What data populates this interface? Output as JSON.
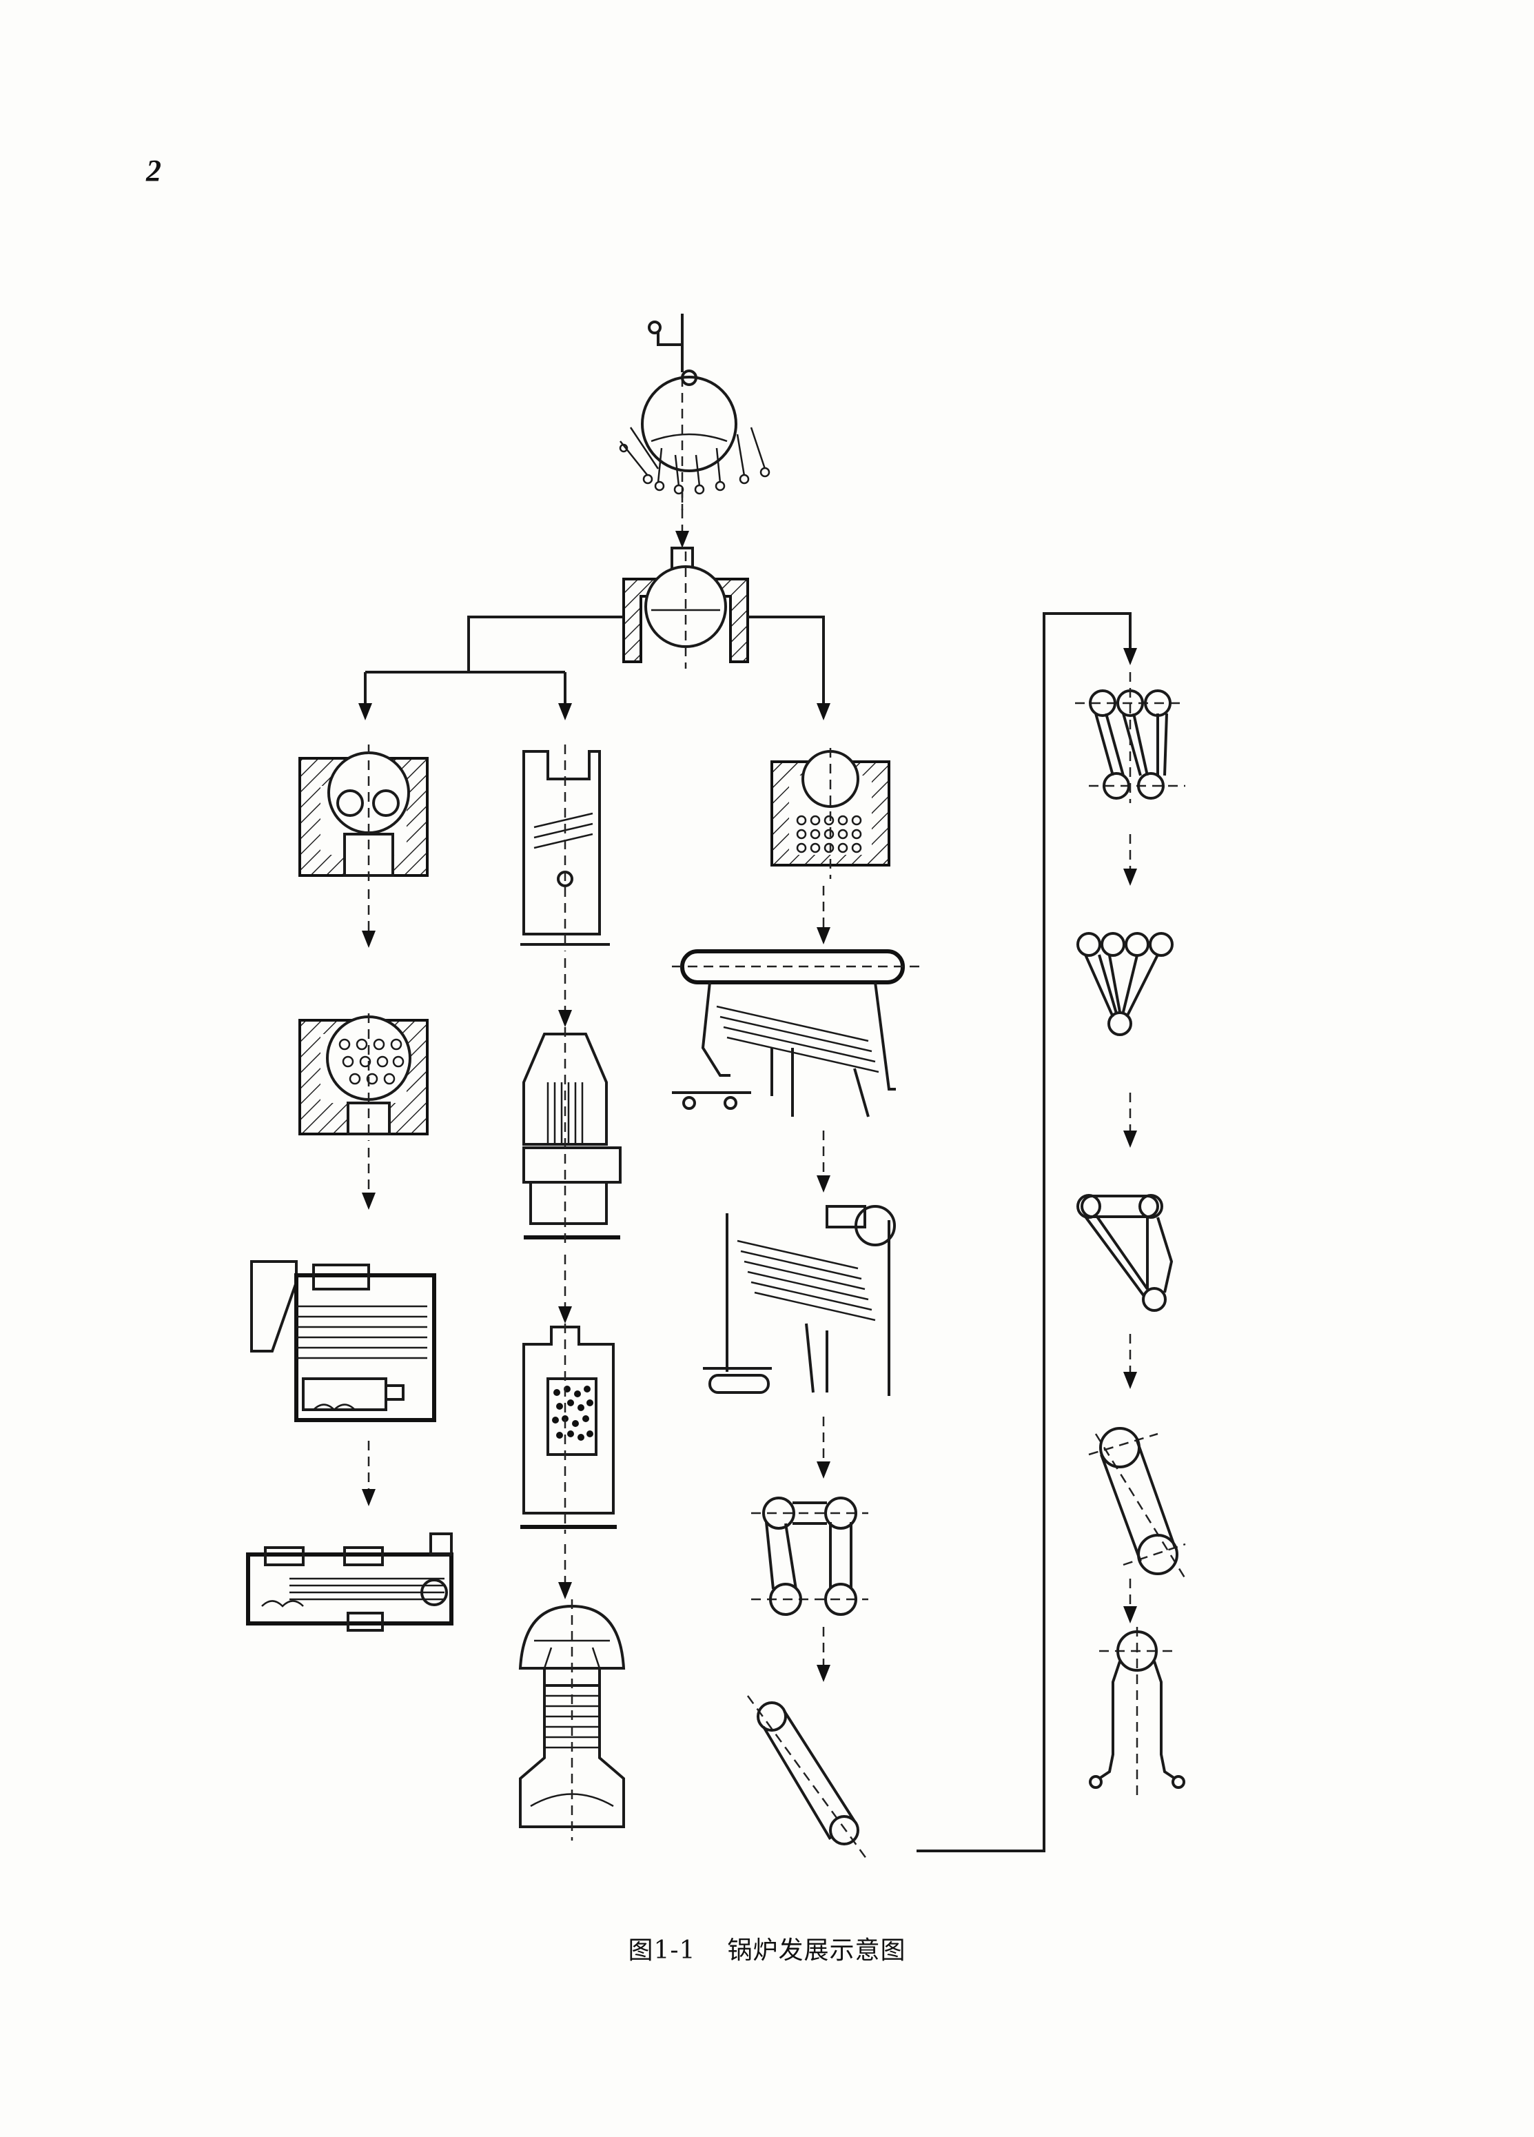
{
  "page": {
    "number": "2"
  },
  "figure": {
    "caption_number": "图1-1",
    "caption_title": "锅炉发展示意图"
  }
}
